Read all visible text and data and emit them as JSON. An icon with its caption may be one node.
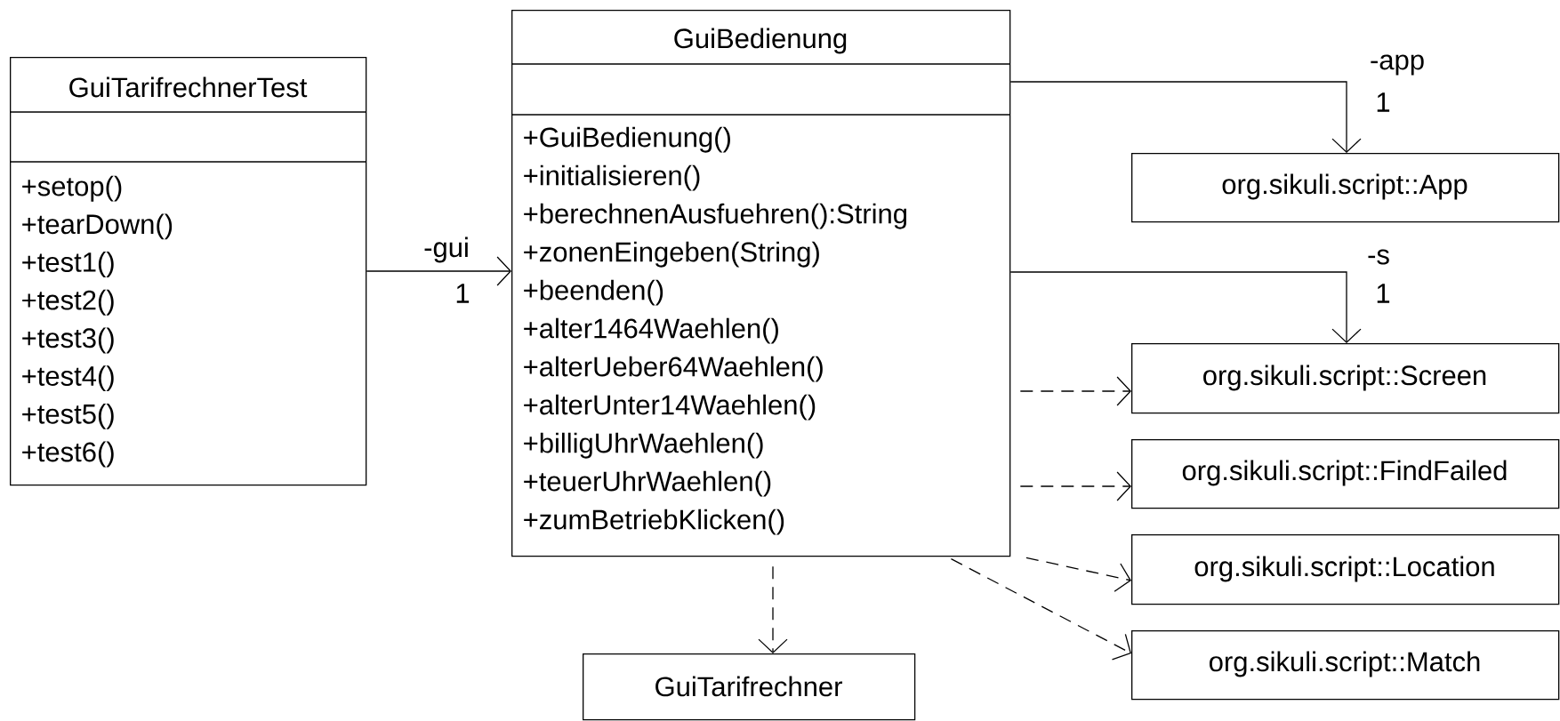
{
  "diagram": {
    "nodes": [
      {
        "text": [
          "GuiTarifrechnerTest",
          "+setop()",
          "+tearDown()",
          "+test1()",
          "+test2()",
          "+test3()",
          "+test4()",
          "+test5()",
          "+test6()"
        ]
      },
      {
        "text": [
          "GuiBedienung",
          "+GuiBedienung()",
          "+initialisieren()",
          "+berechnenAusfuehren():String",
          "+zonenEingeben(String)",
          "+beenden()",
          "+alter1464Waehlen()",
          "+alterUeber64Waehlen()",
          "+alterUnter14Waehlen()",
          "+billigUhrWaehlen()",
          "+teuerUhrWaehlen()",
          "+zumBetriebKlicken()"
        ]
      },
      {
        "text": [
          "org.sikuli.script::App"
        ]
      },
      {
        "text": [
          "org.sikuli.script::Screen"
        ]
      },
      {
        "text": [
          "org.sikuli.script::FindFailed"
        ]
      },
      {
        "text": [
          "org.sikuli.script::Location"
        ]
      },
      {
        "text": [
          "org.sikuli.script::Match"
        ]
      },
      {
        "text": [
          "GuiTarifrechner"
        ]
      }
    ],
    "edges": [
      {
        "from": 0,
        "to": 1,
        "arrow": "to",
        "label": "-gui"
      },
      {
        "from": 1,
        "to": 2,
        "arrow": "to",
        "label": "-app"
      },
      {
        "from": 1,
        "to": 3,
        "arrow": "to",
        "label": "-s"
      },
      {
        "from": 1,
        "to": 3,
        "arrow": "to",
        "style": "dashed"
      },
      {
        "from": 1,
        "to": 4,
        "arrow": "to",
        "style": "dashed"
      },
      {
        "from": 1,
        "to": 5,
        "arrow": "to",
        "style": "dashed"
      },
      {
        "from": 1,
        "to": 6,
        "arrow": "to",
        "style": "dashed"
      },
      {
        "from": 1,
        "to": 7,
        "arrow": "to",
        "style": "dashed"
      }
    ],
    "labels": [
      "1",
      "1",
      "1"
    ]
  }
}
